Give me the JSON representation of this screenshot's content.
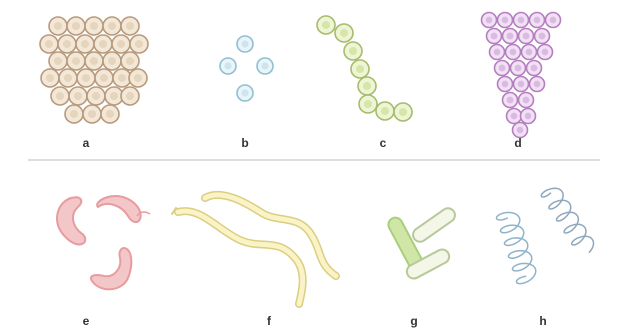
{
  "labels": {
    "a": "a",
    "b": "b",
    "c": "c",
    "d": "d",
    "e": "e",
    "f": "f",
    "g": "g",
    "h": "h"
  },
  "colors": {
    "a": "#c9a98a",
    "b": "#8fbfd3",
    "c": "#b8cf7e",
    "d": "#c78fcf",
    "e": "#e79c9f",
    "f": "#d8cf82",
    "g": "#a9cf7e",
    "h": "#8fb3c9",
    "divider": "#dddddd"
  }
}
